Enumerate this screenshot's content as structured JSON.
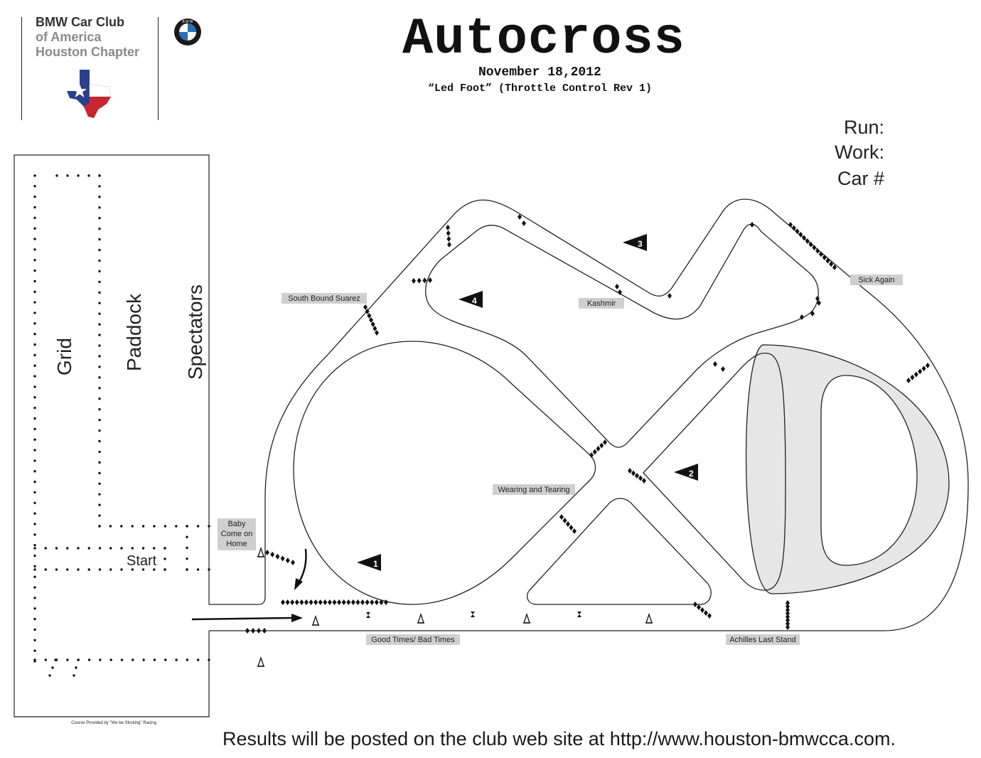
{
  "club": {
    "line1": "BMW Car Club",
    "line2": "of America",
    "line3": "Houston Chapter",
    "bmw_logo": "bmw-roundel-icon",
    "state_logo": "texas-flag-map-icon"
  },
  "event": {
    "title": "Autocross",
    "date": "November 18,2012",
    "course_name": "“Led Foot” (Throttle Control Rev 1)"
  },
  "entry_fields": {
    "run_label": "Run:",
    "work_label": "Work:",
    "car_label": "Car #"
  },
  "areas": {
    "grid": "Grid",
    "paddock": "Paddock",
    "spectators": "Spectators",
    "start": "Start"
  },
  "sections": [
    {
      "name": "Baby Come on Home",
      "lines": [
        "Baby",
        "Come on",
        "Home"
      ]
    },
    {
      "name": "South Bound Suarez"
    },
    {
      "name": "Kashmir"
    },
    {
      "name": "Sick Again"
    },
    {
      "name": "Wearing and Tearing"
    },
    {
      "name": "Good Times/ Bad Times"
    },
    {
      "name": "Achilles Last Stand"
    }
  ],
  "stations": [
    "1",
    "2",
    "3",
    "4"
  ],
  "credit": "Course Provided by \"We be Stroking\" Racing",
  "footer": "Results will be posted on the club web site at http://www.houston-bmwcca.com.",
  "colors": {
    "track_line": "#222222",
    "infield_fill": "#e6e6e6",
    "label_bg": "#cfcfcf",
    "texas_blue": "#2b3f8a",
    "texas_red": "#c8262e"
  }
}
